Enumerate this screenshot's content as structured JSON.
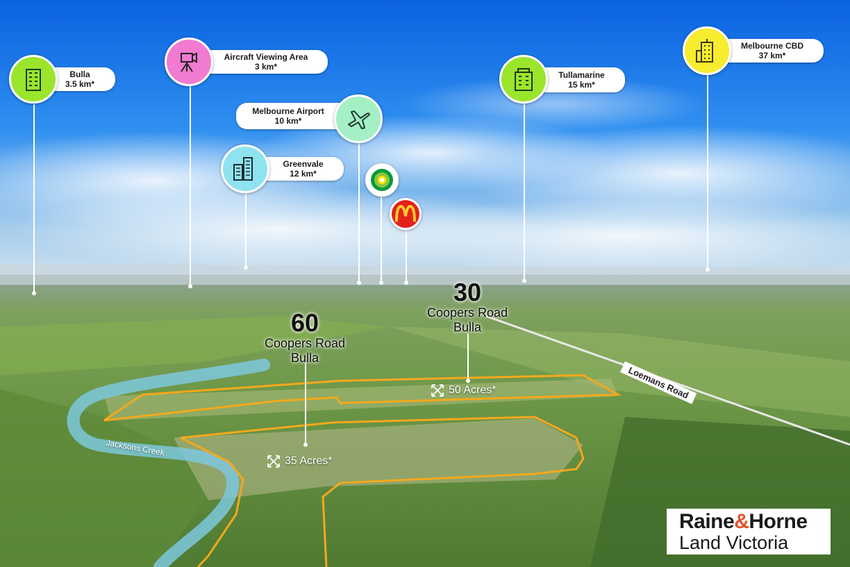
{
  "pois": [
    {
      "id": "bulla",
      "name": "Bulla",
      "distance": "3.5 km*",
      "icon": "building-icon",
      "color": "#9be52c"
    },
    {
      "id": "aircraft",
      "name": "Aircraft Viewing Area",
      "distance": "3 km*",
      "icon": "video-camera-icon",
      "color": "#f07bd0"
    },
    {
      "id": "airport",
      "name": "Melbourne Airport",
      "distance": "10 km*",
      "icon": "airplane-icon",
      "color": "#a4f0c4"
    },
    {
      "id": "greenvale",
      "name": "Greenvale",
      "distance": "12 km*",
      "icon": "city-buildings-icon",
      "color": "#8fe3ef"
    },
    {
      "id": "tullamarine",
      "name": "Tullamarine",
      "distance": "15 km*",
      "icon": "building-icon",
      "color": "#9be52c"
    },
    {
      "id": "cbd",
      "name": "Melbourne CBD",
      "distance": "37 km*",
      "icon": "skyscraper-icon",
      "color": "#f7ec2e"
    }
  ],
  "brand_pins": [
    {
      "id": "bp",
      "icon": "bp-logo-icon",
      "color": "#ffffff"
    },
    {
      "id": "mcdonalds",
      "icon": "mcdonalds-logo-icon",
      "color": "#e3221c"
    }
  ],
  "properties": [
    {
      "number": "60",
      "street": "Coopers Road",
      "suburb": "Bulla",
      "area": "35 Acres*"
    },
    {
      "number": "30",
      "street": "Coopers Road",
      "suburb": "Bulla",
      "area": "50 Acres*"
    }
  ],
  "map_labels": {
    "road": "Loemans Road",
    "creek": "Jacksons Creek"
  },
  "colors": {
    "boundary": "#f5a81c",
    "creek": "#7cc8dd"
  },
  "brand": {
    "line1_a": "Raine",
    "line1_amp": "&",
    "line1_b": "Horne",
    "line2": "Land Victoria"
  }
}
